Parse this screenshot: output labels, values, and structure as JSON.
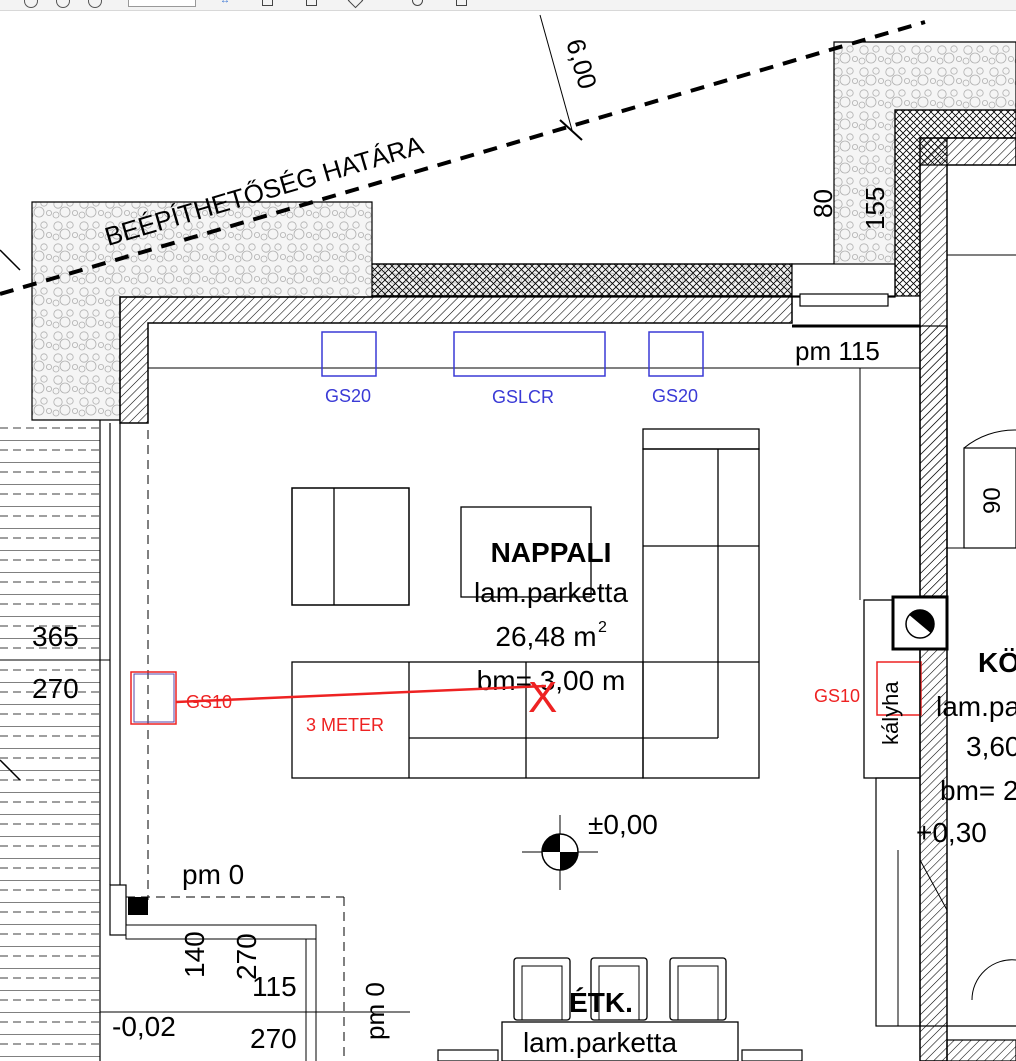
{
  "labels": {
    "boundary": "BEÉPÍTHETŐSÉG HATÁRA",
    "boundary_dist": "6,00",
    "dim_80": "80",
    "dim_155": "155",
    "pm115": "pm 115",
    "gs20_left": "GS20",
    "gslcr": "GSLCR",
    "gs20_right": "GS20",
    "dim_90": "90",
    "room_name": "NAPPALI",
    "room_floor": "lam.parketta",
    "room_area": "26,48 m",
    "room_area_sup": "2",
    "room_height": "bm= 3,00 m",
    "gs10_left": "GS10",
    "gs10_right": "GS10",
    "three_meter": "3 METER",
    "red_x": "X",
    "kalyha": "kályha",
    "room2_name": "KÖ",
    "room2_floor": "lam.pa",
    "room2_area": "3,60",
    "room2_height": "bm= 2",
    "level_plus030": "+0,30",
    "dim_365": "365",
    "dim_270_left": "270",
    "level_000": "±0,00",
    "pm0": "pm 0",
    "dim_140": "140",
    "dim_270_vert": "270",
    "dim_115": "115",
    "pm0_vert": "pm 0",
    "level_minus002": "-0,02",
    "dim_270_bottom": "270",
    "room3_name": "ÉTK.",
    "room3_floor": "lam.parketta"
  },
  "colors": {
    "line": "#000000",
    "blue_markup": "#3a3ad6",
    "red_markup": "#ee2222",
    "gravel_fill": "#f4f4f4"
  }
}
